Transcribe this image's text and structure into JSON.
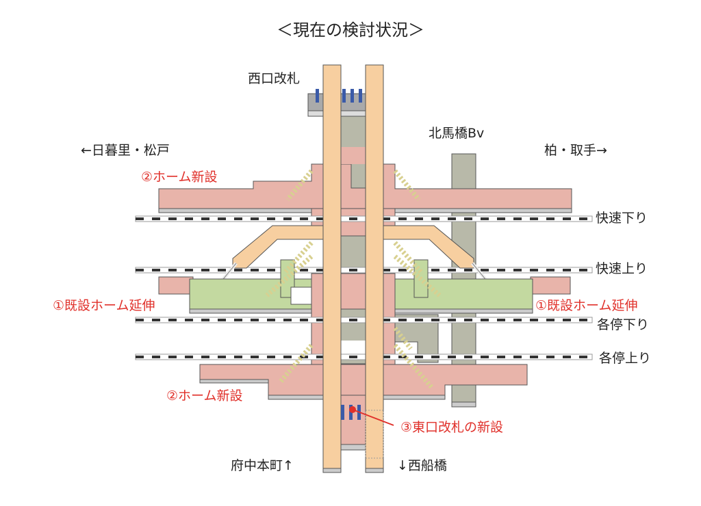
{
  "title": "＜現在の検討状況＞",
  "labels": {
    "west_gate": "西口改札",
    "bridge": "北馬橋Bv",
    "to_left": "←日暮里・松戸",
    "to_right": "柏・取手→",
    "to_down_left": "府中本町↑",
    "to_down_right": "↓西船橋"
  },
  "tracks": [
    "快速下り",
    "快速上り",
    "各停下り",
    "各停上り"
  ],
  "annotations": {
    "new_platform_top": "②ホーム新設",
    "new_platform_bottom": "②ホーム新設",
    "extend_left": "①既設ホーム延伸",
    "extend_right": "①既設ホーム延伸",
    "east_gate": "③東口改札の新設"
  },
  "colors": {
    "platform_pink": "#e8b4aa",
    "platform_green": "#c3d9a0",
    "walkway_orange": "#f7cfa0",
    "structure_gray": "#b8b9a9",
    "gate_blue": "#3a5aa8",
    "annotation_red": "#e0302a"
  }
}
